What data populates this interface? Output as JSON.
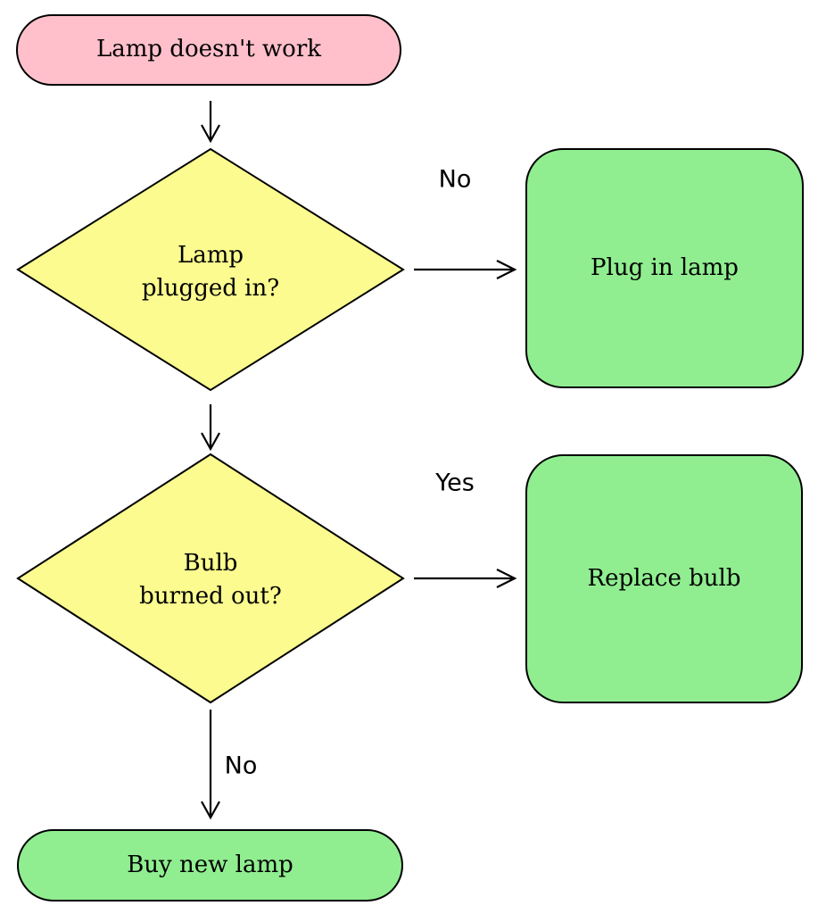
{
  "diagram": {
    "background": "#FFFFFF",
    "stroke_color": "#000000",
    "text_color": "#000000"
  },
  "nodes": {
    "start": {
      "label": "Lamp doesn't work",
      "fill": "#FFC0CB",
      "shape": "stadium"
    },
    "decision_plugged": {
      "line1": "Lamp",
      "line2": "plugged in?",
      "fill": "#FBFB8F",
      "shape": "diamond"
    },
    "action_plug": {
      "label": "Plug in lamp",
      "fill": "#90EE90",
      "shape": "rounded-rect"
    },
    "decision_bulb": {
      "line1": "Bulb",
      "line2": "burned out?",
      "fill": "#FBFB8F",
      "shape": "diamond"
    },
    "action_replace": {
      "label": "Replace bulb",
      "fill": "#90EE90",
      "shape": "rounded-rect"
    },
    "end": {
      "label": "Buy new lamp",
      "fill": "#90EE90",
      "shape": "stadium"
    }
  },
  "edge_labels": {
    "decision_plugged_no": "No",
    "decision_bulb_yes": "Yes",
    "decision_bulb_no": "No"
  }
}
